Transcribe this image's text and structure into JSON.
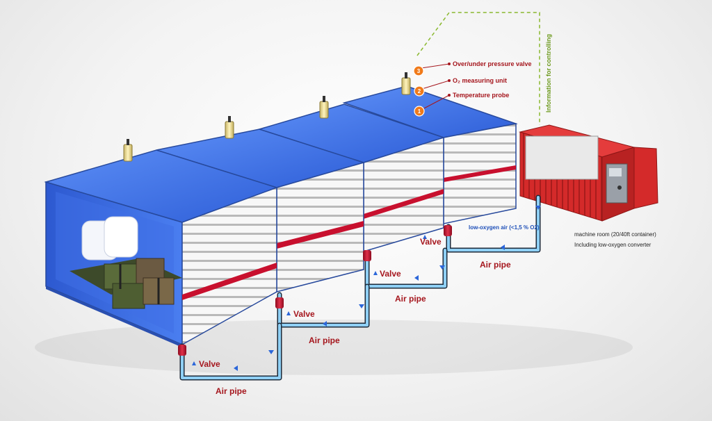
{
  "callouts": [
    {
      "num": "3",
      "label": "Over/under pressure valve"
    },
    {
      "num": "2",
      "label": "O₂ measuring unit"
    },
    {
      "num": "1",
      "label": "Temperature probe"
    }
  ],
  "info_label": "Information for controlling",
  "machine_room": {
    "line1": "machine room (20/40ft container)",
    "line2": "Including low-oxygen converter"
  },
  "low_oxygen_label": "low-oxygen air (<1,5 % O2)",
  "valve_label": "Valve",
  "air_pipe_label": "Air pipe",
  "colors": {
    "container_blue": "#3a6ee8",
    "pipe_blue": "#78c0ee",
    "valve_red": "#c8102e",
    "callout_orange": "#f07a1a",
    "text_red": "#a5161d",
    "text_blue": "#1e4fb8",
    "machine_red": "#d42a2a",
    "info_line_green": "#8ab82e"
  }
}
